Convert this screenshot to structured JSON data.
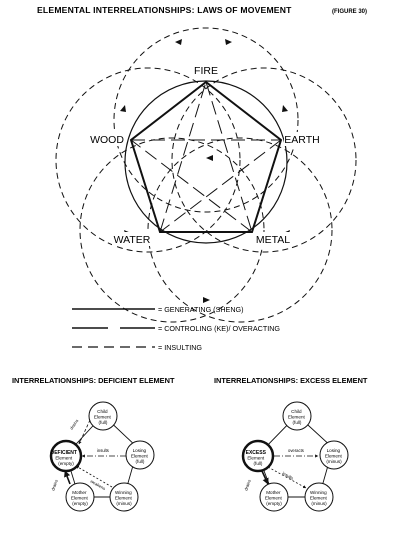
{
  "header": {
    "title": "ELEMENTAL INTERRELATIONSHIPS: LAWS OF MOVEMENT",
    "figure": "(FIGURE 30)"
  },
  "elements": {
    "fire": "FIRE",
    "earth": "EARTH",
    "metal": "METAL",
    "water": "WATER",
    "wood": "WOOD"
  },
  "legend": {
    "generating": "= GENERATING (SHENG)",
    "controlling": "= CONTROLING (KE)/ OVERACTING",
    "insulting": "= INSULTING"
  },
  "deficient": {
    "title": "INTERRELATIONSHIPS: DEFICIENT ELEMENT",
    "center": [
      "DEFICIENT",
      "Element",
      "(empty)"
    ],
    "child": [
      "Child",
      "Element",
      "(full)"
    ],
    "losing": [
      "Losing",
      "Element",
      "(full)"
    ],
    "winning": [
      "Winning",
      "Element",
      "(minus)"
    ],
    "mother": [
      "Mother",
      "Element",
      "(empty)"
    ],
    "edge_top": "drains",
    "edge_mid": "insults",
    "edge_diag": "weakens",
    "edge_left": "drains"
  },
  "excess": {
    "title": "INTERRELATIONSHIPS: EXCESS ELEMENT",
    "center": [
      "EXCESS",
      "Element",
      "(full)"
    ],
    "child": [
      "Child",
      "Element",
      "(full)"
    ],
    "losing": [
      "Losing",
      "Element",
      "(minus)"
    ],
    "winning": [
      "Winning",
      "Element",
      "(minus)"
    ],
    "mother": [
      "Mother",
      "Element",
      "(empty)"
    ],
    "edge_mid": "overacts",
    "edge_diag": "insults",
    "edge_left": "drains"
  }
}
